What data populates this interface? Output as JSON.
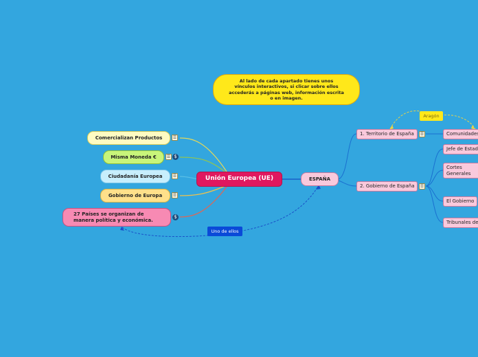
{
  "info_note": "Al lado de cada apartado tienes unos vínculos interactivos, si clicar sobre ellos accederás a páginas web, información escrita o en imagen.",
  "central": "Unión Europea (UE)",
  "left_nodes": [
    "Comercializan Productos",
    "Misma Moneda €",
    "Ciudadanía Europea",
    "Gobierno de Europa",
    "27 Países se organizan de manera política y económica."
  ],
  "espana": "ESPAÑA",
  "right_nodes": {
    "territorio": "1. Territorio de España",
    "gobierno": "2. Gobierno de España"
  },
  "sub_nodes": {
    "comunidades": "Comunidades",
    "jefe": "Jefe de Estad",
    "cortes": "Cortes Generales",
    "gobierno": "El Gobierno",
    "tribunales": "Tribunales de"
  },
  "labels": {
    "aragon": "Aragón",
    "uno_de_ellos": "Uno de ellos"
  },
  "icons": {
    "note": "notes-icon",
    "link": "link-icon"
  },
  "colors": {
    "background": "#33a6df",
    "central": "#e0185f",
    "note": "#ffe81a",
    "espana": "#f9c9dc"
  }
}
